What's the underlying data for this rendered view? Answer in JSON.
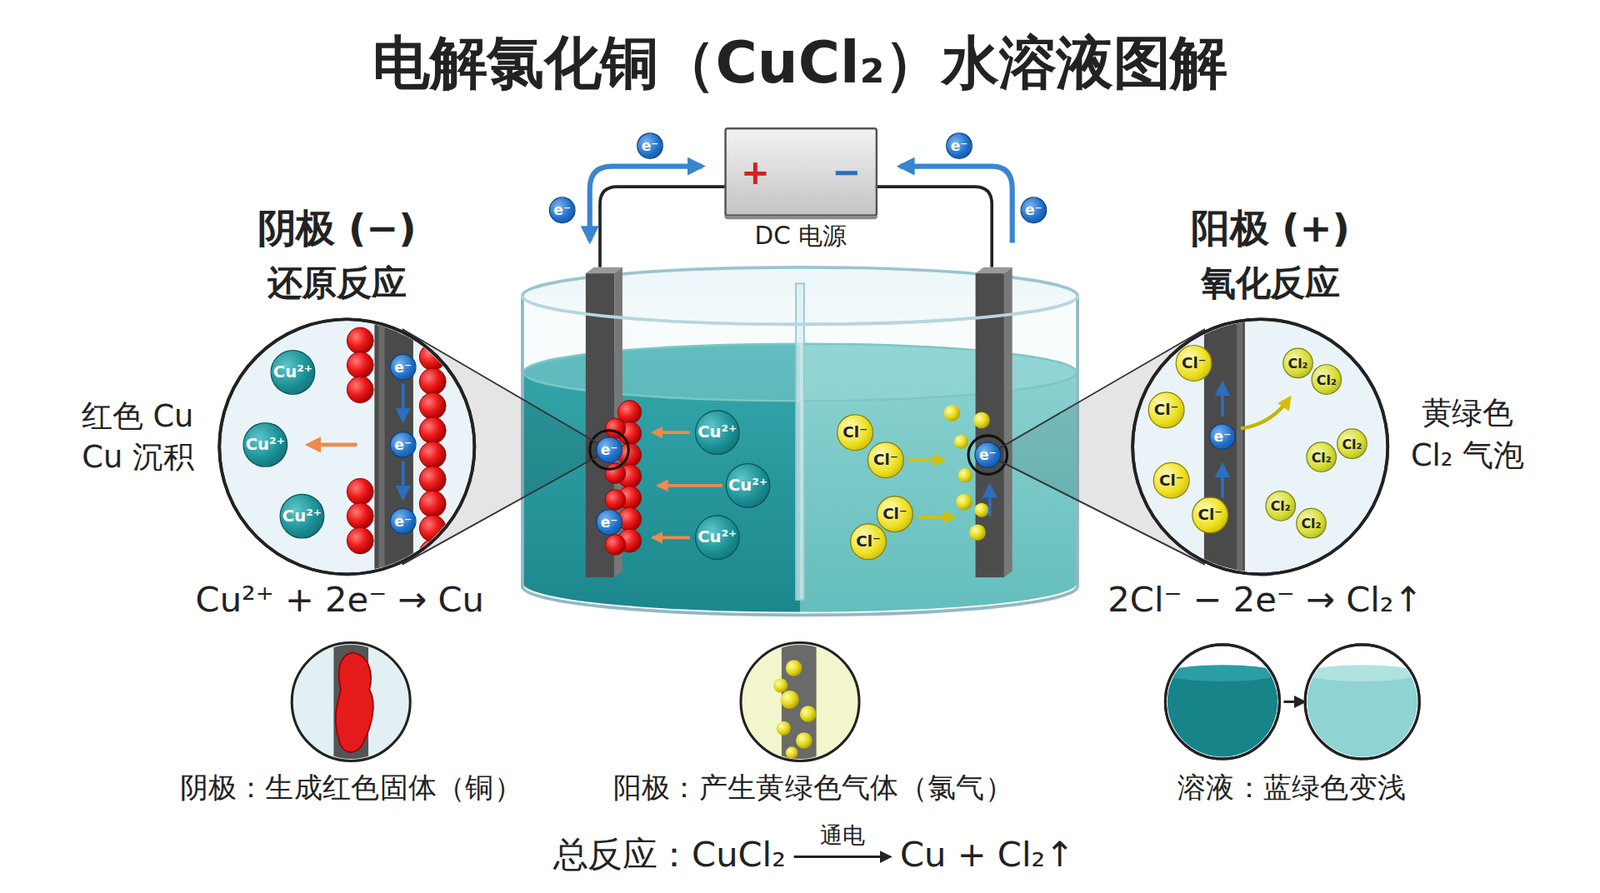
{
  "diagram": {
    "title": "电解氯化铜（CuCl₂）水溶液图解",
    "nodes": [
      {
        "text": [
          "+",
          "−",
          "DC 电源"
        ]
      },
      {
        "text": [
          "e⁻"
        ]
      },
      {
        "text": [
          "e⁻"
        ]
      },
      {
        "text": [
          "e⁻"
        ]
      },
      {
        "text": [
          "e⁻"
        ]
      },
      {
        "text": [
          "Cu²⁺"
        ]
      },
      {
        "text": [
          "Cu²⁺"
        ]
      },
      {
        "text": [
          "Cu²⁺"
        ]
      },
      {
        "text": [
          "e⁻"
        ]
      },
      {
        "text": [
          "e⁻"
        ]
      },
      {
        "text": [
          "e⁻"
        ]
      },
      {
        "text": [
          "e⁻"
        ]
      },
      {
        "text": [
          "e⁻"
        ]
      },
      {
        "text": [
          "Cu²⁺"
        ]
      },
      {
        "text": [
          "Cu²⁺"
        ]
      },
      {
        "text": [
          "Cu²⁺"
        ]
      },
      {
        "text": [
          "Cl⁻"
        ]
      },
      {
        "text": [
          "Cl⁻"
        ]
      },
      {
        "text": [
          "Cl⁻"
        ]
      },
      {
        "text": [
          "Cl⁻"
        ]
      },
      {
        "text": [
          "e⁻"
        ]
      },
      {
        "text": [
          "Cl⁻"
        ]
      },
      {
        "text": [
          "Cl⁻"
        ]
      },
      {
        "text": [
          "Cl⁻"
        ]
      },
      {
        "text": [
          "Cl⁻"
        ]
      },
      {
        "text": [
          "e⁻"
        ]
      },
      {
        "text": [
          "Cl₂"
        ]
      },
      {
        "text": [
          "Cl₂"
        ]
      },
      {
        "text": [
          "Cl₂"
        ]
      },
      {
        "text": [
          "Cl₂"
        ]
      },
      {
        "text": [
          "Cl₂"
        ]
      },
      {
        "text": [
          "Cl₂"
        ]
      }
    ],
    "labels": [
      "阴极 (−)",
      "还原反应",
      "阳极 (+)",
      "氧化反应",
      "红色 Cu",
      "Cu 沉积",
      "黄绿色",
      "Cl₂ 气泡",
      "Cu²⁺ + 2e⁻ → Cu",
      "2Cl⁻ − 2e⁻ → Cl₂↑",
      "阴极：生成红色固体（铜）",
      "阳极：产生黄绿色气体（氯气）",
      "溶液：蓝绿色变浅",
      "总反应：CuCl₂",
      "通电",
      "Cu + Cl₂↑"
    ]
  }
}
